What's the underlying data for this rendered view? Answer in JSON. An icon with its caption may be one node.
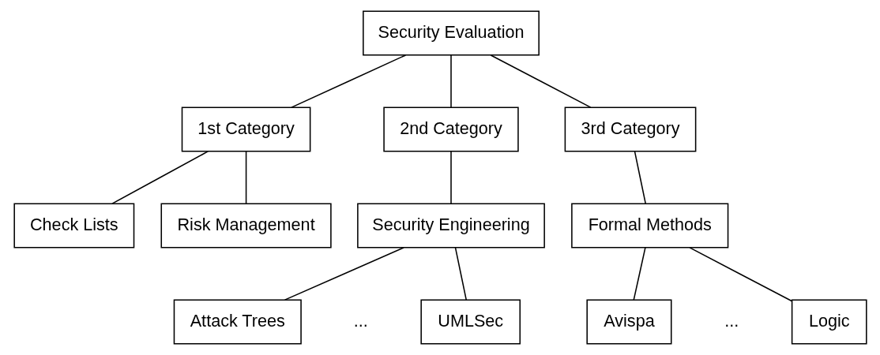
{
  "diagram": {
    "nodes": [
      {
        "text": [
          "Security Evaluation"
        ]
      },
      {
        "text": [
          "1st Category"
        ]
      },
      {
        "text": [
          "2nd Category"
        ]
      },
      {
        "text": [
          "3rd Category"
        ]
      },
      {
        "text": [
          "Check Lists"
        ]
      },
      {
        "text": [
          "Risk Management"
        ]
      },
      {
        "text": [
          "Security Engineering"
        ]
      },
      {
        "text": [
          "Formal Methods"
        ]
      },
      {
        "text": [
          "Attack Trees"
        ]
      },
      {
        "text": [
          "UMLSec"
        ]
      },
      {
        "text": [
          "Avispa"
        ]
      },
      {
        "text": [
          "Logic"
        ]
      }
    ],
    "edges": [
      {
        "from": 0,
        "to": 1,
        "arrow": "none"
      },
      {
        "from": 0,
        "to": 2,
        "arrow": "none"
      },
      {
        "from": 0,
        "to": 3,
        "arrow": "none"
      },
      {
        "from": 1,
        "to": 4,
        "arrow": "none"
      },
      {
        "from": 1,
        "to": 5,
        "arrow": "none"
      },
      {
        "from": 2,
        "to": 6,
        "arrow": "none"
      },
      {
        "from": 3,
        "to": 7,
        "arrow": "none"
      },
      {
        "from": 6,
        "to": 8,
        "arrow": "none"
      },
      {
        "from": 6,
        "to": 9,
        "arrow": "none"
      },
      {
        "from": 7,
        "to": 10,
        "arrow": "none"
      },
      {
        "from": 7,
        "to": 11,
        "arrow": "none"
      }
    ],
    "labels": [
      "...",
      "..."
    ]
  }
}
